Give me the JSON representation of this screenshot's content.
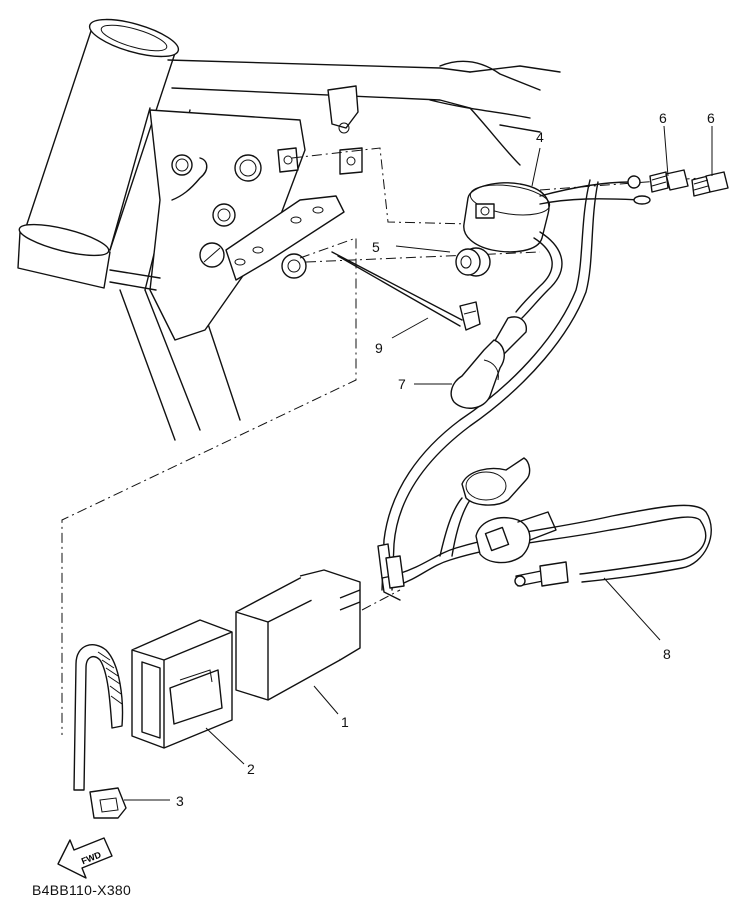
{
  "callouts": {
    "c1": "1",
    "c2": "2",
    "c3": "3",
    "c4": "4",
    "c5": "5",
    "c6a": "6",
    "c6b": "6",
    "c7": "7",
    "c8": "8",
    "c9": "9"
  },
  "arrow_label": "FWD",
  "diagram_code": "B4BB110-X380"
}
